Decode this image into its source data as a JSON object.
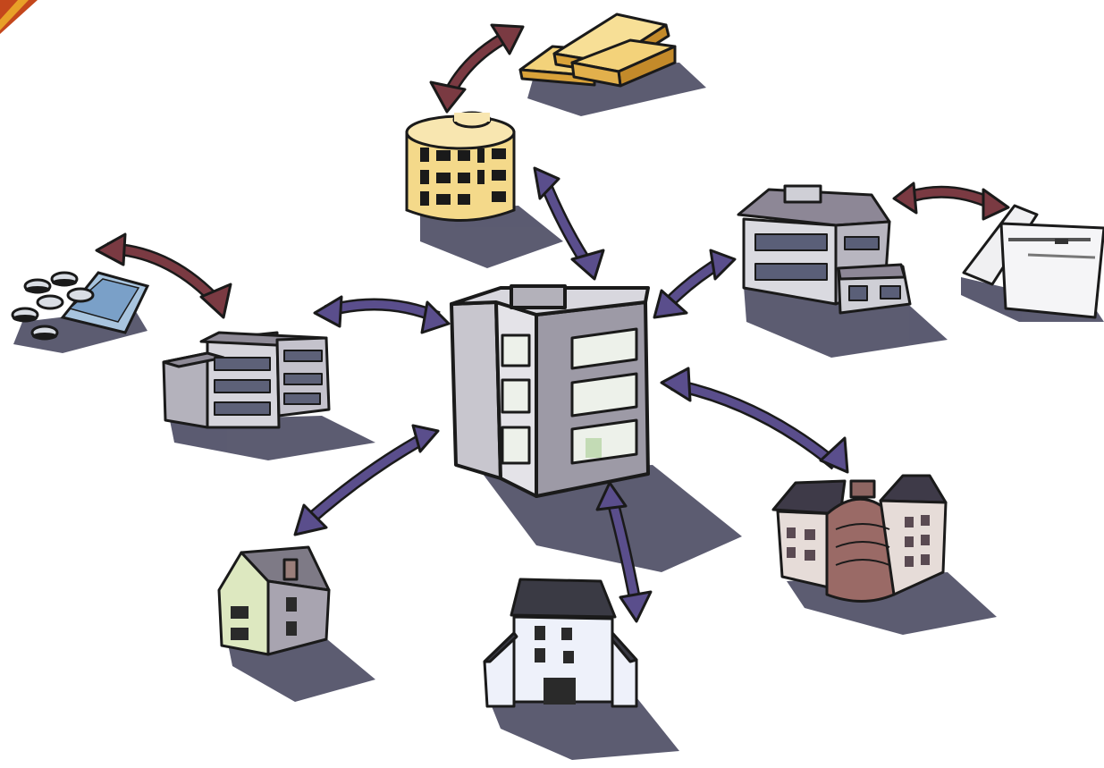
{
  "scene": {
    "background": "#ffffff",
    "shadow_color": "#4a4a62",
    "arrow_colors": {
      "primary": "#5a4e8c",
      "secondary": "#7a3a42"
    }
  },
  "nodes": [
    "central-office-building",
    "gold-bars",
    "round-yellow-building",
    "two-story-office",
    "land-parcels",
    "coins-and-banknotes",
    "low-office-building",
    "narrow-house",
    "townhouse",
    "apartment-block"
  ],
  "links": [
    {
      "from": "round-yellow-building",
      "to": "gold-bars",
      "style": "secondary"
    },
    {
      "from": "central-office-building",
      "to": "round-yellow-building",
      "style": "primary"
    },
    {
      "from": "central-office-building",
      "to": "two-story-office",
      "style": "primary"
    },
    {
      "from": "two-story-office",
      "to": "land-parcels",
      "style": "secondary"
    },
    {
      "from": "low-office-building",
      "to": "coins-and-banknotes",
      "style": "secondary"
    },
    {
      "from": "central-office-building",
      "to": "low-office-building",
      "style": "primary"
    },
    {
      "from": "central-office-building",
      "to": "narrow-house",
      "style": "primary"
    },
    {
      "from": "central-office-building",
      "to": "townhouse",
      "style": "primary"
    },
    {
      "from": "central-office-building",
      "to": "apartment-block",
      "style": "primary"
    }
  ]
}
